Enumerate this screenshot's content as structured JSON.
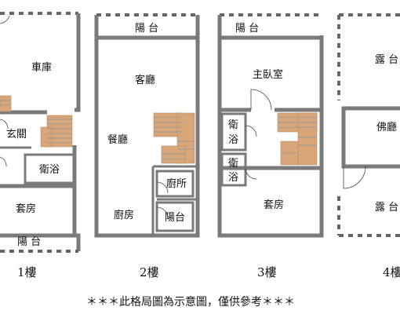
{
  "floors": [
    {
      "label": "1樓",
      "rooms": {
        "garage": "車庫",
        "entrance": "玄關",
        "bath": "衛浴",
        "suite": "套房",
        "balcony": "陽 台"
      }
    },
    {
      "label": "2樓",
      "rooms": {
        "balcony": "陽 台",
        "living": "客廳",
        "dining": "餐廳",
        "kitchen": "廚所",
        "kitchen_room": "廚房",
        "balcony_small": "陽台"
      }
    },
    {
      "label": "3樓",
      "rooms": {
        "balcony": "陽 台",
        "master": "主臥室",
        "bath_top_1": "衛",
        "bath_top_2": "浴",
        "bath_bottom_1": "衛",
        "bath_bottom_2": "浴",
        "suite": "套房"
      }
    },
    {
      "label": "4樓",
      "rooms": {
        "terrace_top": "露 台",
        "shrine": "佛廳",
        "terrace_bottom": "露 台"
      }
    }
  ],
  "footnote": "＊＊＊此格局圖為示意圖，僅供參考＊＊＊",
  "colors": {
    "wall": "#7a7a7a",
    "stair": "#d9a679",
    "text": "#111111"
  }
}
